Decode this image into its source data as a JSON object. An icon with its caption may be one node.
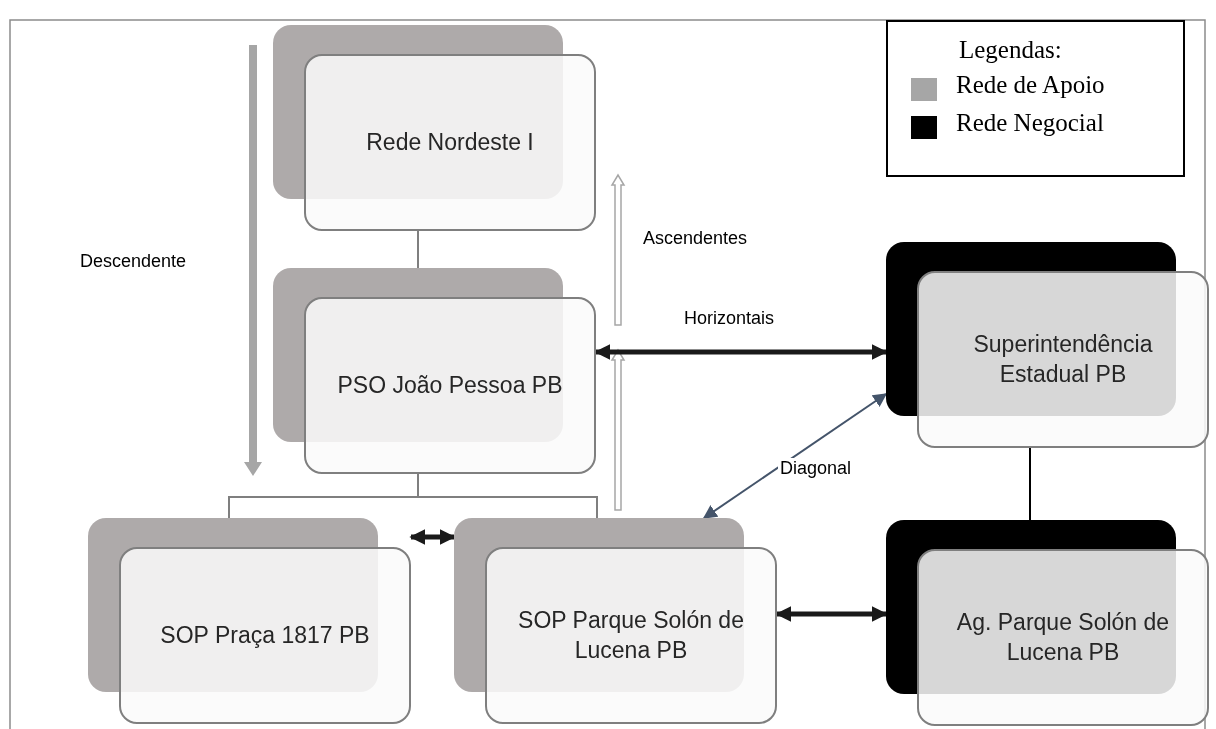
{
  "diagram": {
    "nodes": [
      {
        "text": [
          "Rede Nordeste I"
        ]
      },
      {
        "text": [
          "PSO João Pessoa PB"
        ]
      },
      {
        "text": [
          "Superintendência Estadual PB"
        ]
      },
      {
        "text": [
          "SOP Praça 1817 PB"
        ]
      },
      {
        "text": [
          "SOP Parque Solón de Lucena PB"
        ]
      },
      {
        "text": [
          "Ag. Parque Solón de Lucena PB"
        ]
      }
    ],
    "edges": [
      {
        "from": 0,
        "to": 1,
        "arrow": "none"
      },
      {
        "from": 1,
        "to": 3,
        "arrow": "none"
      },
      {
        "from": 1,
        "to": 4,
        "arrow": "none"
      },
      {
        "from": 2,
        "to": 5,
        "arrow": "none",
        "color": "#000000"
      },
      {
        "from": 3,
        "to": 4,
        "arrow": "both",
        "style": "thick",
        "color": "#1a1a1a"
      },
      {
        "from": 4,
        "to": 5,
        "arrow": "both",
        "style": "thick",
        "color": "#1a1a1a"
      },
      {
        "from": 1,
        "to": 2,
        "arrow": "both",
        "style": "thick",
        "color": "#1a1a1a",
        "label": "Horizontais"
      },
      {
        "from": 4,
        "to": 2,
        "arrow": "both",
        "color": "#44546a",
        "label": "Diagonal"
      }
    ],
    "labels": [
      "Legendas:",
      "Descendente",
      "Ascendentes"
    ],
    "legend": [
      {
        "text": "Rede de Apoio",
        "color": "#a6a6a6"
      },
      {
        "text": "Rede Negocial",
        "color": "#000000"
      }
    ]
  }
}
